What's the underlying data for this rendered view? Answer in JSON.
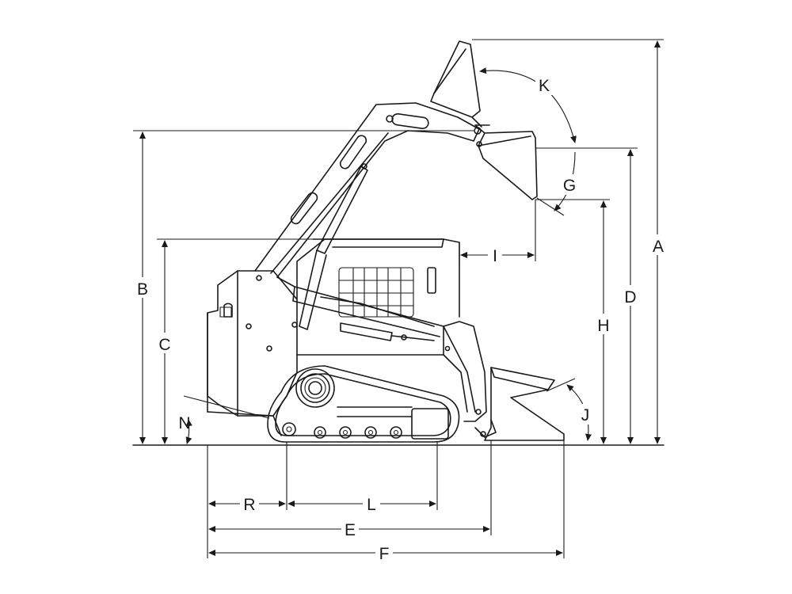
{
  "diagram": {
    "colors": {
      "line": "#1a1a1a",
      "background": "#ffffff"
    },
    "labels": {
      "A": "A",
      "B": "B",
      "C": "C",
      "D": "D",
      "E": "E",
      "F": "F",
      "G": "G",
      "H": "H",
      "I": "I",
      "J": "J",
      "K": "K",
      "L": "L",
      "N": "N",
      "R": "R"
    }
  }
}
